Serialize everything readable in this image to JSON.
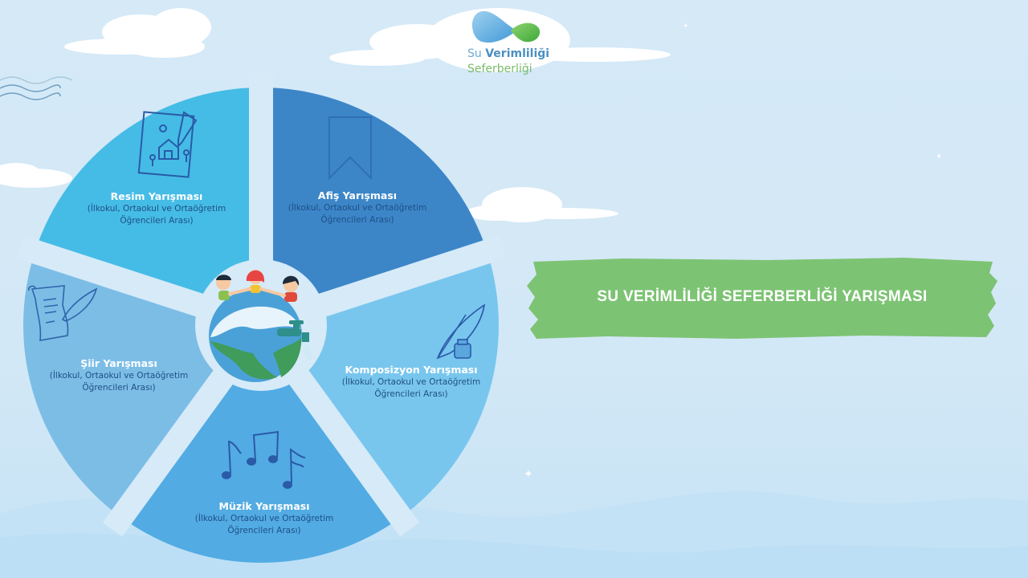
{
  "logo": {
    "line1_light": "Su ",
    "line1_bold": "Verimliliği",
    "line2": "Seferberliği",
    "colors": {
      "blue_drop": "#5aa9dd",
      "green_drop": "#5dbb4a"
    }
  },
  "banner": {
    "title": "SU VERİMLİLİĞİ SEFERBERLİĞİ YARIŞMASI",
    "color": "#7dc374"
  },
  "wheel": {
    "center_image": "children-holding-hands-on-earth-with-faucet",
    "segments": [
      {
        "id": "resim",
        "title": "Resim Yarışması",
        "subtitle_line1": "(İlkokul, Ortaokul ve Ortaöğretim",
        "subtitle_line2": "Öğrencileri Arası)",
        "icon": "drawing-icon",
        "color": "#45bce6"
      },
      {
        "id": "afis",
        "title": "Afiş Yarışması",
        "subtitle_line1": "(İlkokul, Ortaokul ve Ortaöğretim",
        "subtitle_line2": "Öğrencileri Arası)",
        "icon": "bookmark-poster-icon",
        "color": "#3c86c8"
      },
      {
        "id": "kompozisyon",
        "title": "Komposizyon Yarışması",
        "subtitle_line1": "(İlkokul, Ortaokul ve Ortaöğretim",
        "subtitle_line2": "Öğrencileri Arası)",
        "icon": "quill-inkwell-icon",
        "color": "#78c6ee"
      },
      {
        "id": "muzik",
        "title": "Müzik Yarışması",
        "subtitle_line1": "(İlkokul, Ortaokul ve Ortaöğretim",
        "subtitle_line2": "Öğrencileri Arası)",
        "icon": "music-notes-icon",
        "color": "#52abe3"
      },
      {
        "id": "siir",
        "title": "Şiir Yarışması",
        "subtitle_line1": "(İlkokul, Ortaokul ve Ortaöğretim",
        "subtitle_line2": "Öğrencileri Arası)",
        "icon": "scroll-quill-icon",
        "color": "#7cbde6"
      }
    ]
  },
  "colors": {
    "background": "#d5e9f7",
    "gap": "#d6eaf8",
    "icon_stroke": "#2a5aa8"
  }
}
